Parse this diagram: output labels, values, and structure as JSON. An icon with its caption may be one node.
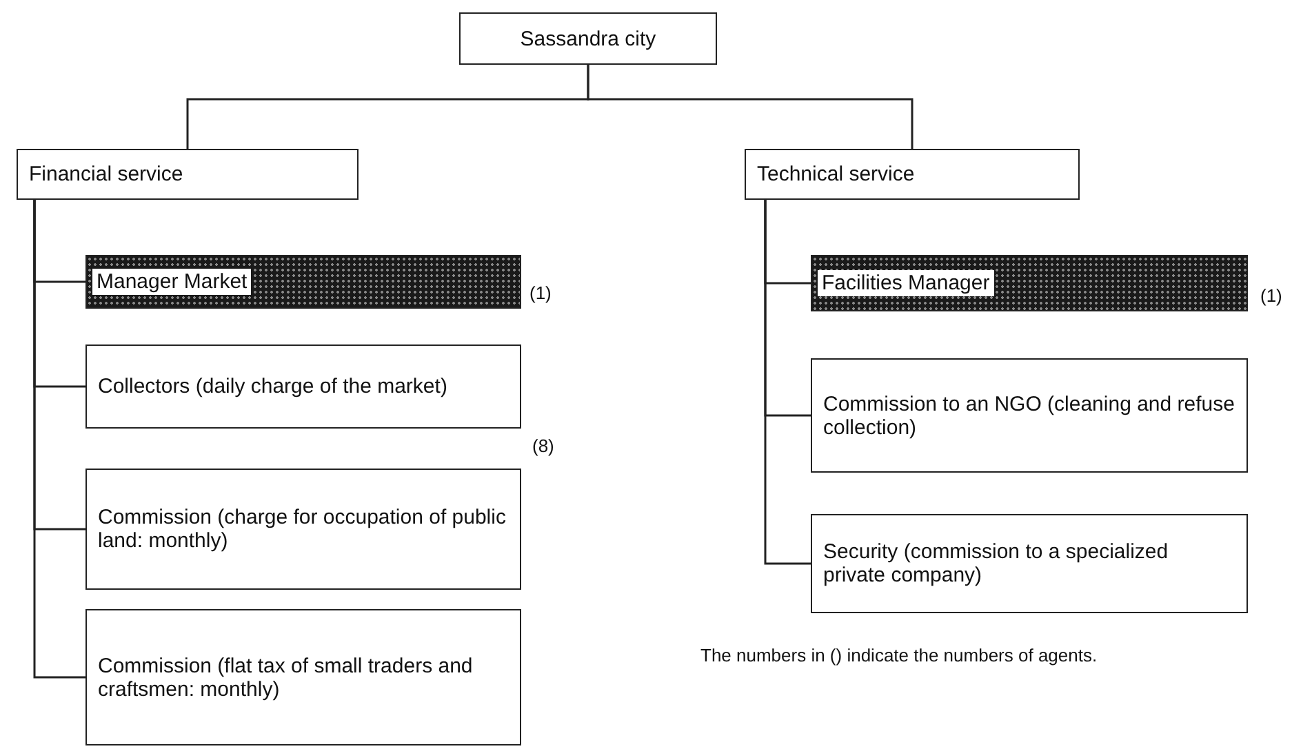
{
  "diagram": {
    "nodes": [
      {
        "text": [
          "Sassandra city"
        ]
      },
      {
        "text": [
          "Financial service"
        ]
      },
      {
        "text": [
          "Technical service"
        ]
      },
      {
        "text": [
          "Manager Market"
        ],
        "beside": [
          "(1)"
        ]
      },
      {
        "text": [
          "Collectors (daily charge of the market)"
        ],
        "beside": [
          "(8)"
        ]
      },
      {
        "text": [
          "Commission (charge for occupation of public land: monthly)"
        ]
      },
      {
        "text": [
          "Commission (flat tax of small traders and craftsmen: monthly)"
        ]
      },
      {
        "text": [
          "Facilities Manager"
        ],
        "beside": [
          "(1)"
        ]
      },
      {
        "text": [
          "Commission to an NGO (cleaning and refuse collection)"
        ]
      },
      {
        "text": [
          "Security (commission to a specialized private company)"
        ]
      }
    ],
    "edges": [
      {
        "from": 0,
        "to": 1,
        "arrow": "none"
      },
      {
        "from": 0,
        "to": 2,
        "arrow": "none"
      },
      {
        "from": 1,
        "to": 3,
        "arrow": "none"
      },
      {
        "from": 1,
        "to": 4,
        "arrow": "none"
      },
      {
        "from": 1,
        "to": 5,
        "arrow": "none"
      },
      {
        "from": 1,
        "to": 6,
        "arrow": "none"
      },
      {
        "from": 2,
        "to": 7,
        "arrow": "none"
      },
      {
        "from": 2,
        "to": 8,
        "arrow": "none"
      },
      {
        "from": 2,
        "to": 9,
        "arrow": "none"
      }
    ],
    "labels": [
      "The numbers in () indicate the numbers of agents."
    ]
  }
}
